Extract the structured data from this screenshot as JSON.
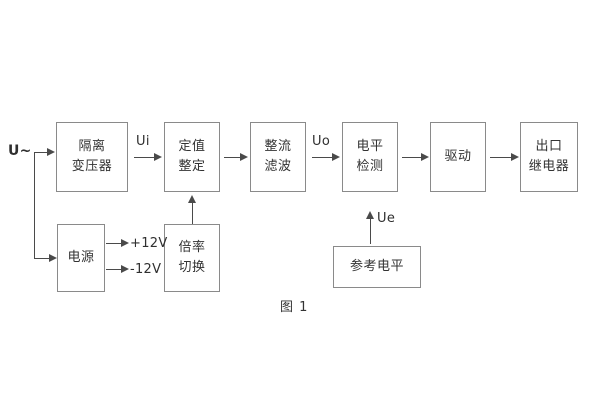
{
  "figure": {
    "caption": "图 1",
    "input_label": "U~",
    "colors": {
      "box_border": "#8a8a8a",
      "connector": "#4a4a4a",
      "text": "#333333",
      "background": "#ffffff"
    }
  },
  "blocks": [
    {
      "id": "isolation-transformer",
      "lines": [
        "隔离",
        "变压器"
      ]
    },
    {
      "id": "setting-value",
      "lines": [
        "定值",
        "整定"
      ]
    },
    {
      "id": "rectify-filter",
      "lines": [
        "整流",
        "滤波"
      ]
    },
    {
      "id": "level-detection",
      "lines": [
        "电平",
        "检测"
      ]
    },
    {
      "id": "drive",
      "lines": [
        "驱动"
      ]
    },
    {
      "id": "output-relay",
      "lines": [
        "出口",
        "继电器"
      ]
    },
    {
      "id": "power-supply",
      "lines": [
        "电源"
      ]
    },
    {
      "id": "multiplier-switch",
      "lines": [
        "倍率",
        "切换"
      ]
    },
    {
      "id": "reference-level",
      "lines": [
        "参考电平"
      ]
    }
  ],
  "signals": {
    "ui": "Ui",
    "uo": "Uo",
    "ue": "Ue",
    "rail_positive": "+12V",
    "rail_negative": "-12V"
  }
}
